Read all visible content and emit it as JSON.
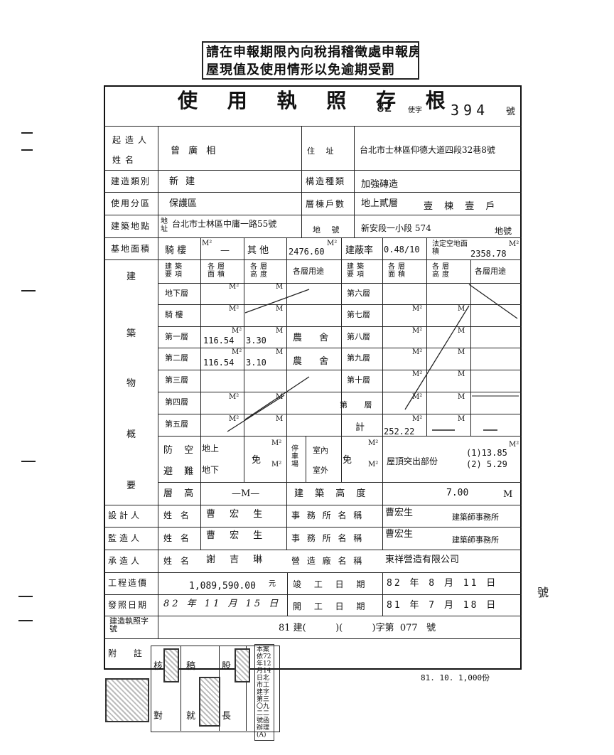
{
  "header_stamp": {
    "line1": "請在申報期限內向稅捐稽徵處申報房",
    "line2": "屋現值及使用情形以免逾期受罰"
  },
  "title": "使 用 執 照 存 根",
  "permit": {
    "year": "82",
    "word": "使字",
    "number": "394",
    "suffix": "號"
  },
  "owner": {
    "label1": "起造人",
    "label2": "姓名",
    "name": "曾 廣 相",
    "address_label": "住 址",
    "address": "台北市士林區仰德大道四段32巷8號"
  },
  "building": {
    "type_label": "建造類別",
    "type": "新 建",
    "structure_label": "構造種類",
    "structure": "加強磚造",
    "zone_label": "使用分區",
    "zone": "保護區",
    "floors_label": "層棟戶數",
    "floors": "地上貳層",
    "floors_extra": "壹 棟 壹 戶",
    "site_label": "建築地點",
    "site_prefix": "地址",
    "site": "台北市士林區中庸一路55號",
    "lot_label": "地 號",
    "lot": "新安段一小段 574",
    "lot_suffix": "地號",
    "area_label": "基地面積",
    "arcade_label": "騎 樓",
    "arcade": "—",
    "other_label": "其 他",
    "other": "2476.60",
    "m2": "M²",
    "coverage_label": "建蔽率",
    "coverage": "0.48/10",
    "legal_label": "法定空地面積",
    "legal": "2358.78"
  },
  "table": {
    "side_label": [
      "建",
      "築",
      "物",
      "概",
      "要"
    ],
    "col_heads_left": [
      "建築要項",
      "各層面積",
      "各層高度",
      "各層用途"
    ],
    "col_heads_right": [
      "建築要項",
      "各層面積",
      "各層高度",
      "各層用途"
    ],
    "rows_left": [
      {
        "floor": "地下層",
        "area": "",
        "height": "",
        "use": ""
      },
      {
        "floor": "騎 樓",
        "area": "",
        "height": "",
        "use": ""
      },
      {
        "floor": "第一層",
        "area": "116.54",
        "height": "3.30",
        "use": "農 舍"
      },
      {
        "floor": "第二層",
        "area": "116.54",
        "height": "3.10",
        "use": "農 舍"
      },
      {
        "floor": "第三層",
        "area": "",
        "height": "",
        "use": ""
      },
      {
        "floor": "第四層",
        "area": "",
        "height": "",
        "use": ""
      },
      {
        "floor": "第五層",
        "area": "",
        "height": "",
        "use": ""
      }
    ],
    "rows_right": [
      {
        "floor": "第六層"
      },
      {
        "floor": "第七層"
      },
      {
        "floor": "第八層"
      },
      {
        "floor": "第九層"
      },
      {
        "floor": "第十層"
      },
      {
        "floor": "第  層"
      },
      {
        "floor": "計",
        "area": "252.22"
      }
    ],
    "unit_m2": "M²",
    "unit_m": "M",
    "shelter_label": "防 空",
    "shelter_label2": "避 難",
    "above": "地上",
    "below": "地下",
    "none": "免",
    "parking_label": "停車場",
    "indoor": "室內",
    "outdoor": "室外",
    "roof_label": "屋頂突出部份",
    "roof1": "(1)13.85",
    "roof2": "(2) 5.29",
    "storey_label": "層 高",
    "storey": "—M—",
    "bheight_label": "建 築 高 度",
    "bheight": "7.00",
    "bheight_unit": "M"
  },
  "people": [
    {
      "role": "設計人",
      "name_label": "姓 名",
      "name": "曹 宏 生",
      "office_label": "事 務 所 名 稱",
      "office": "曹宏生",
      "office_suffix": "建築師事務所"
    },
    {
      "role": "監造人",
      "name_label": "姓 名",
      "name": "曹 宏 生",
      "office_label": "事 務 所 名 稱",
      "office": "曹宏生",
      "office_suffix": "建築師事務所"
    },
    {
      "role": "承造人",
      "name_label": "姓 名",
      "name": "謝 吉 琳",
      "office_label": "營 造 廠 名 稱",
      "office": "東祥營造有限公司",
      "office_suffix": ""
    }
  ],
  "cost": {
    "label": "工程造價",
    "value": "1,089,590.00",
    "unit": "元",
    "done_label": "竣 工 日 期",
    "done": "82 年 8 月 11 日"
  },
  "issue": {
    "label": "發照日期",
    "value": "82 年 11 月 15 日",
    "start_label": "開 工 日 期",
    "start": "81 年 7 月 18 日"
  },
  "build_permit": {
    "label": "建造執照字號",
    "value": "81 建(          )(          )字第  077   號"
  },
  "note": {
    "label": "附 註",
    "vertical": "本案依72年12月14日北市工建字第三〇九二二號函辦理(A)"
  },
  "approval": {
    "col1": "核",
    "col2": "稿",
    "col3": "對",
    "col4": "就",
    "col5": "股",
    "col6": "長"
  },
  "footer": "81. 10. 1,000份",
  "right_margin": "號"
}
